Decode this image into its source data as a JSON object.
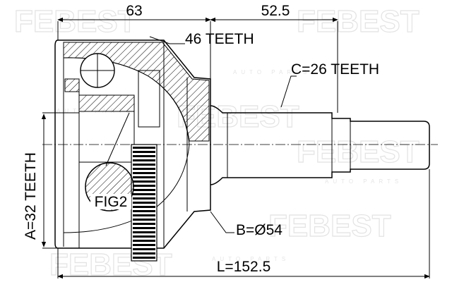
{
  "watermark": {
    "brand": "FEBEST",
    "tagline": "AUTO PARTS"
  },
  "dimensions": {
    "dim_63": "63",
    "dim_52_5": "52.5",
    "teeth_46": "46 TEETH",
    "teeth_c": "C=26 TEETH",
    "teeth_a": "A=32 TEETH",
    "fig": "FIG2",
    "bore_b": "B=Ø54",
    "length_l": "L=152.5"
  }
}
